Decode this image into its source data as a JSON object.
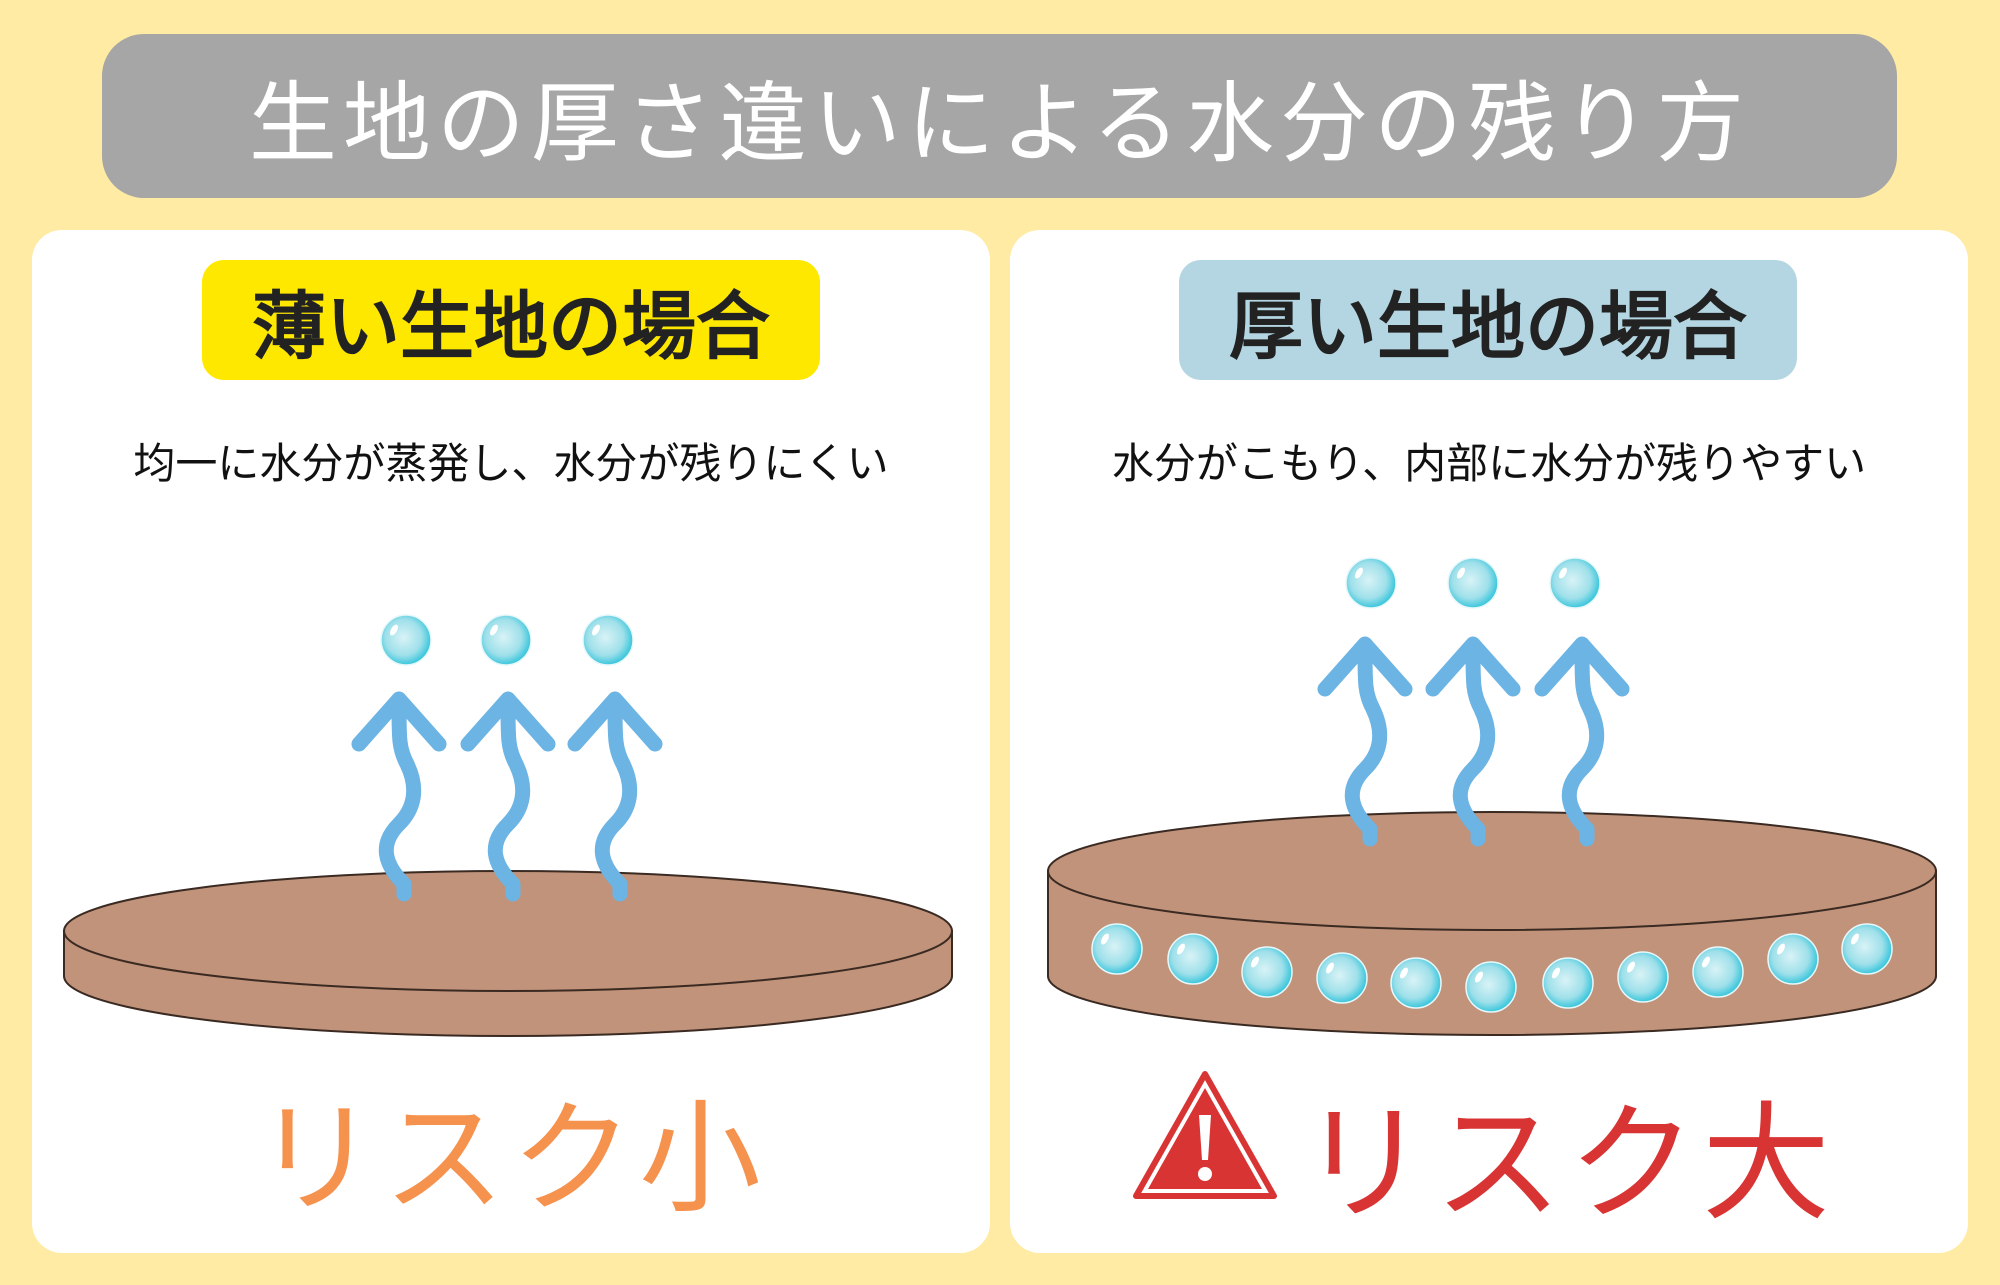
{
  "title": "生地の厚さ違いによる水分の残り方",
  "thin": {
    "heading": "薄い生地の場合",
    "description": "均一に水分が蒸発し、水分が残りにくい",
    "risk": "リスク小",
    "risk_color": "#f5924e"
  },
  "thick": {
    "heading": "厚い生地の場合",
    "description": "水分がこもり、内部に水分が残りやすい",
    "risk": "リスク大",
    "risk_color": "#d93434",
    "risk_icon": "warning-icon"
  },
  "colors": {
    "background": "#ffeba3",
    "dough": "#c0937a",
    "steam": "#6cb4e4",
    "droplet": "#3cc7dc"
  }
}
